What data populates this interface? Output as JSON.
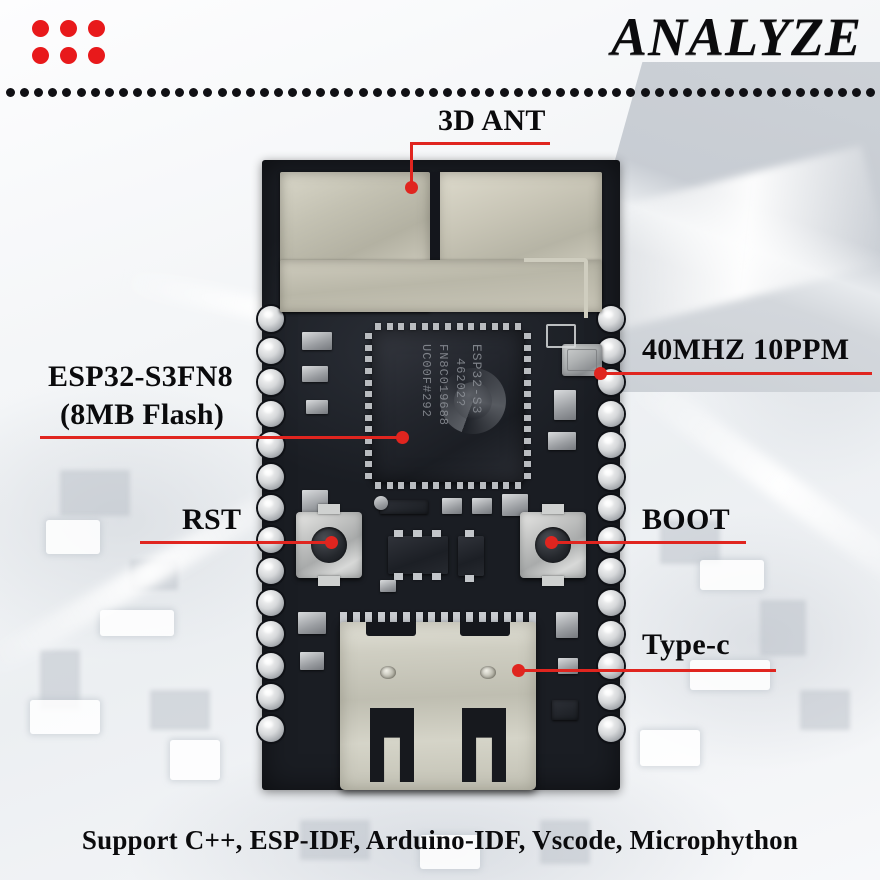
{
  "header": {
    "title": "ANALYZE",
    "logo_icon": "six-red-dots-icon",
    "divider_icon": "dotted-divider"
  },
  "callouts": [
    {
      "id": "3d-ant",
      "label": "3D ANT"
    },
    {
      "id": "esp32",
      "label": "ESP32-S3FN8",
      "label2": "(8MB Flash)"
    },
    {
      "id": "crystal",
      "label": "40MHZ 10PPM"
    },
    {
      "id": "rst",
      "label": "RST"
    },
    {
      "id": "boot",
      "label": "BOOT"
    },
    {
      "id": "typec",
      "label": "Type-c"
    }
  ],
  "board": {
    "soc_markings": [
      "ESP32-S3",
      "46202?",
      "FN8C019688",
      "UC00F#292"
    ],
    "soc_logo_icon": "espressif-logo-icon",
    "usb_connector_icon": "usb-type-c-port-icon",
    "button_rst_icon": "tactile-switch-icon",
    "button_boot_icon": "tactile-switch-icon",
    "crystal_icon": "crystal-oscillator-icon",
    "antenna_icon": "rf-shield-antenna-icon"
  },
  "footer": {
    "caption": "Support C++, ESP-IDF, Arduino-IDF, Vscode, Microphython"
  },
  "colors": {
    "accent_red": "#e0251f",
    "logo_red": "#e8191b",
    "text": "#0a0a0c",
    "pcb_dark": "#17191f"
  }
}
